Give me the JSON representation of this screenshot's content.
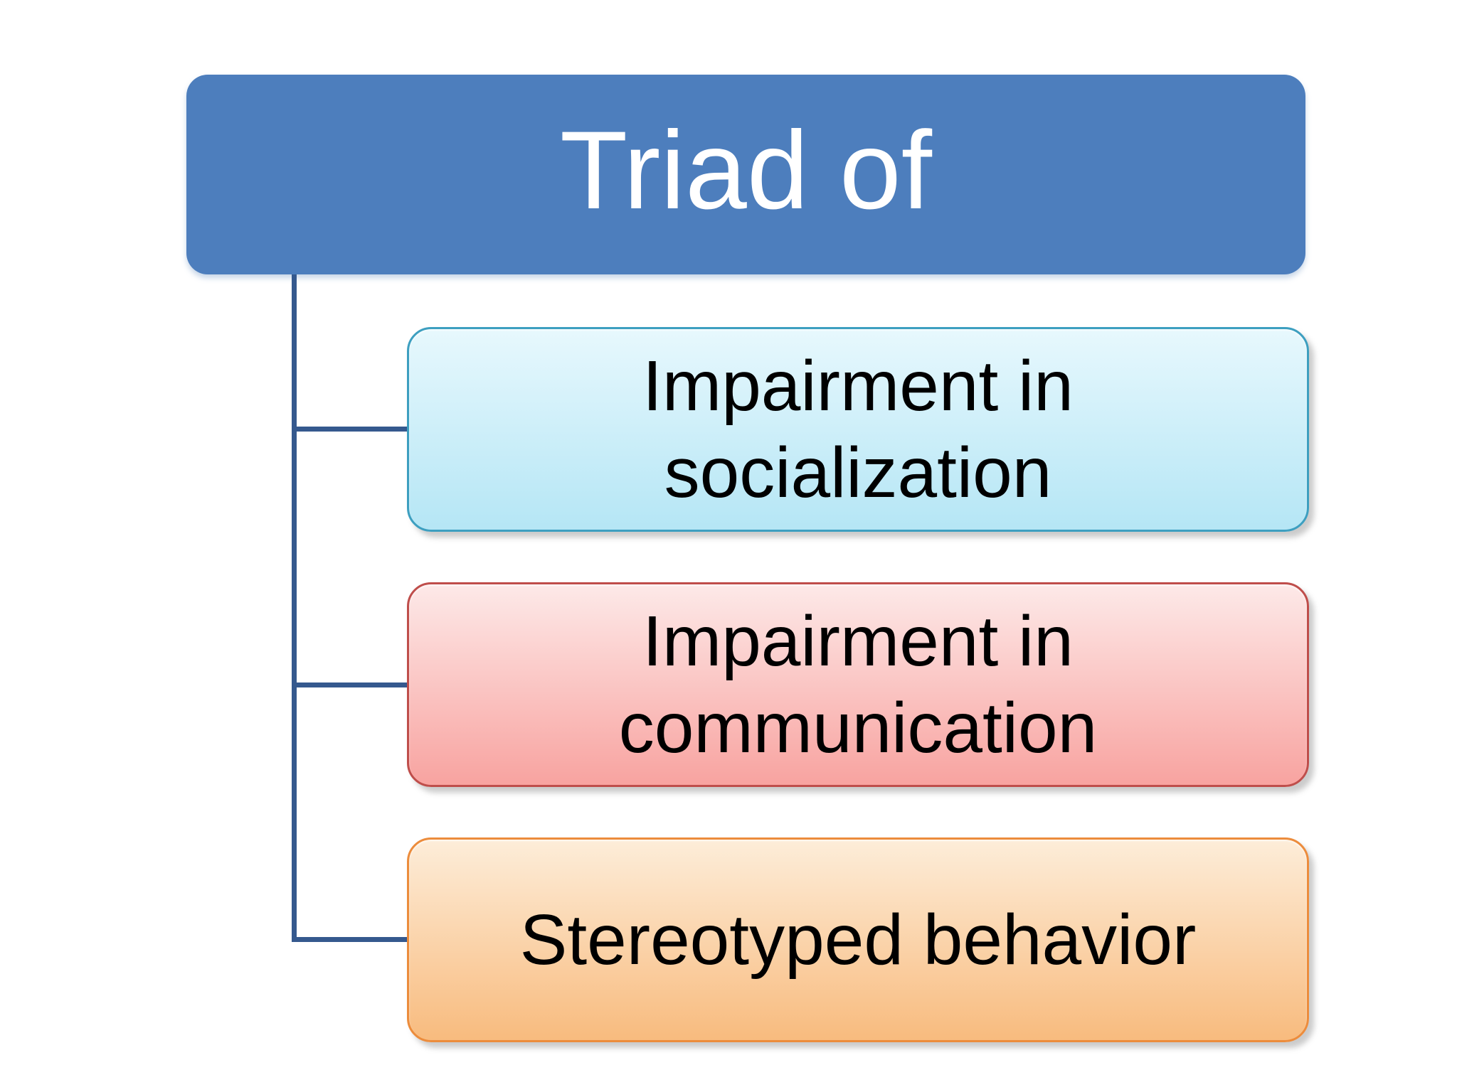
{
  "diagram": {
    "title": "Triad of",
    "items": [
      {
        "label": "Impairment in socialization",
        "fill_top": "#E7F8FD",
        "fill_bottom": "#B5E6F5",
        "border": "#3D9FC0"
      },
      {
        "label": "Impairment in communication",
        "fill_top": "#FDE9E8",
        "fill_bottom": "#F8A3A0",
        "border": "#BF4E4B"
      },
      {
        "label": "Stereotyped behavior",
        "fill_top": "#FDEDD9",
        "fill_bottom": "#F8BB7E",
        "border": "#EC8C3C"
      }
    ],
    "colors": {
      "root_fill": "#4D7EBD",
      "root_text": "#FFFFFF",
      "connector": "#35598E",
      "item_text": "#000000",
      "background": "#FFFFFF"
    }
  }
}
